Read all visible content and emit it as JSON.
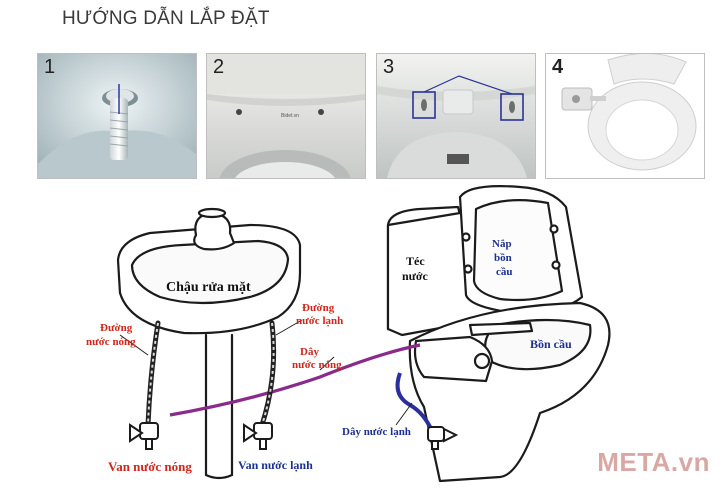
{
  "header": {
    "title": "HƯỚNG DẪN LẮP ĐẶT"
  },
  "steps": [
    {
      "number": "1"
    },
    {
      "number": "2",
      "plate_text": "Bidet.vn"
    },
    {
      "number": "3"
    },
    {
      "number": "4"
    }
  ],
  "diagram": {
    "sink_label": "Chậu rửa mặt",
    "hot_line": "Đường",
    "hot_line_2": "nước nóng",
    "cold_line": "Đường",
    "cold_line_2": "nước lạnh",
    "hose_label": "Dây",
    "hose_label_2": "nước nóng",
    "hot_valve": "Van nước nóng",
    "cold_valve": "Van nước lạnh",
    "tank_label": "Téc",
    "tank_label_2": "nước",
    "lid_label": "Nắp",
    "lid_label_2": "bồn",
    "lid_label_3": "cầu",
    "bowl_label": "Bồn cầu",
    "cold_hose": "Dây nước lạnh"
  },
  "watermark": "META.vn",
  "colors": {
    "red_label": "#d0261d",
    "blue_label": "#1d2f8f",
    "hot_hose": "#8a2a8a",
    "cold_hose": "#2b2f9c"
  }
}
